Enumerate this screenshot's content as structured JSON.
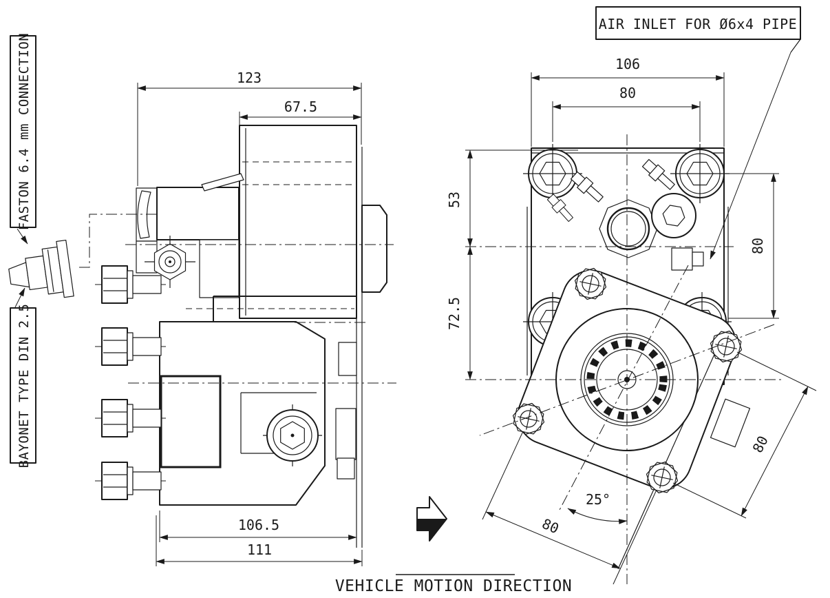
{
  "style": {
    "line_color": "#1a1a1a",
    "background": "#ffffff"
  },
  "callouts": {
    "faston": "FASTON 6.4 mm CONNECTION",
    "bayonet": "BAYONET TYPE DIN 2.5",
    "air_inlet": "AIR INLET FOR Ø6x4 PIPE",
    "vehicle_motion": "VEHICLE MOTION DIRECTION"
  },
  "dims": {
    "side": {
      "overall": "123",
      "upper": "67.5",
      "flange": "106.5",
      "total": "111"
    },
    "front": {
      "width": "106",
      "bolt_h": "80",
      "top_to_axis": "53",
      "axis_to_axis": "72.5",
      "bolt_v": "80",
      "bolt_diag_right": "80",
      "bolt_diag_bottom": "80",
      "angle": "25°"
    }
  }
}
